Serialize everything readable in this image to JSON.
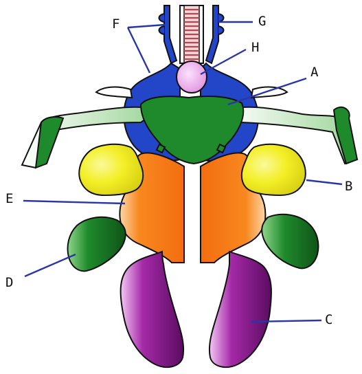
{
  "labels": {
    "A": "A",
    "B": "B",
    "C": "C",
    "D": "D",
    "E": "E",
    "F": "F",
    "G": "G",
    "H": "H"
  },
  "colors": {
    "blue": "#2345c8",
    "dark_blue": "#1a2f94",
    "green": "#1f8a2c",
    "dark_green": "#0f5418",
    "orange": "#f8881f",
    "orange_light": "#fbb060",
    "yellow": "#f3ef27",
    "yellow_light": "#fbf99a",
    "purple": "#a52aa8",
    "pink": "#eeb7ee",
    "rings": "#b8464f",
    "leader": "#2a35a8",
    "outline": "#111111"
  }
}
